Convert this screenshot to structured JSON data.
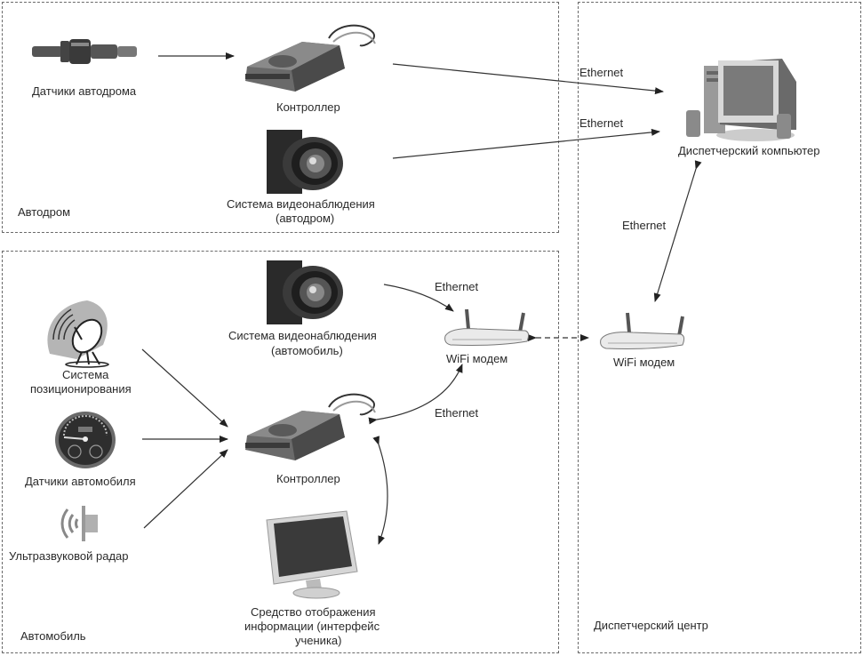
{
  "zones": {
    "autodrome": "Автодром",
    "car": "Автомобиль",
    "dispatch": "Диспетчерский центр"
  },
  "nodes": {
    "autodrome_sensors": "Датчики автодрома",
    "autodrome_controller": "Контроллер",
    "autodrome_video_line1": "Система видеонаблюдения",
    "autodrome_video_line2": "(автодром)",
    "dispatch_computer": "Диспетчерский компьютер",
    "car_video_line1": "Система видеонаблюдения",
    "car_video_line2": "(автомобиль)",
    "car_wifi": "WiFi модем",
    "dispatch_wifi": "WiFi модем",
    "positioning_line1": "Система",
    "positioning_line2": "позиционирования",
    "car_sensors": "Датчики автомобиля",
    "ultrasonic_radar": "Ультразвуковой радар",
    "car_controller": "Контроллер",
    "display_line1": "Средство отображения",
    "display_line2": "информации (интерфейс",
    "display_line3": "ученика)"
  },
  "links": {
    "controller_to_computer": "Ethernet",
    "video_to_computer": "Ethernet",
    "computer_wifi": "Ethernet",
    "car_video_wifi": "Ethernet",
    "car_controller_wifi": "Ethernet"
  },
  "icons": {
    "autodrome_sensors": "sensor-probe-icon",
    "controllers": "controller-box-icon",
    "video": "camera-lens-icon",
    "computer": "desktop-computer-icon",
    "wifi": "wifi-router-icon",
    "positioning": "satellite-dish-icon",
    "car_sensors": "speedometer-icon",
    "radar": "speaker-wave-icon",
    "display": "lcd-monitor-icon"
  }
}
